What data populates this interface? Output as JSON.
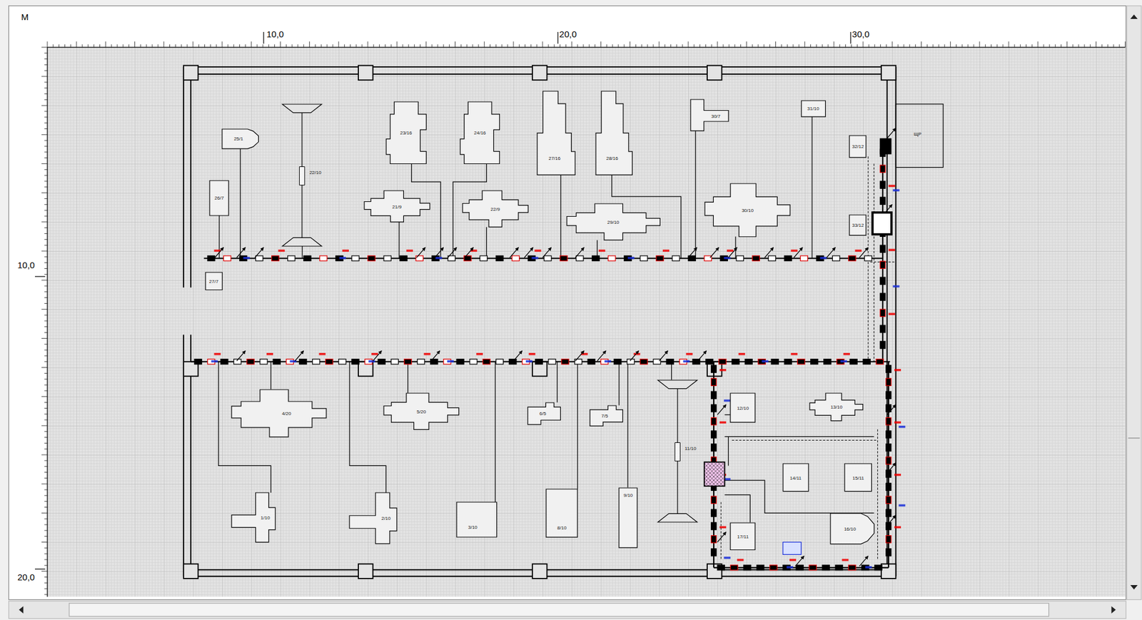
{
  "diagram": {
    "nodes": [
      {
        "text": [
          "25/1"
        ]
      },
      {
        "text": [
          "26/7"
        ]
      },
      {
        "text": [
          "22/10"
        ]
      },
      {
        "text": [
          "23/16"
        ]
      },
      {
        "text": [
          "24/16"
        ]
      },
      {
        "text": [
          "27/16"
        ]
      },
      {
        "text": [
          "28/16"
        ]
      },
      {
        "text": [
          "30/7"
        ]
      },
      {
        "text": [
          "31/10"
        ]
      },
      {
        "text": [
          "21/9"
        ]
      },
      {
        "text": [
          "22/9"
        ]
      },
      {
        "text": [
          "29/10"
        ]
      },
      {
        "text": [
          "30/10"
        ]
      },
      {
        "text": [
          "32/12"
        ]
      },
      {
        "text": [
          "33/12"
        ]
      },
      {
        "text": [
          "ЩР"
        ]
      },
      {
        "text": [
          "27/7"
        ]
      },
      {
        "text": [
          "4/20"
        ]
      },
      {
        "text": [
          "5/20"
        ]
      },
      {
        "text": [
          "6/5"
        ]
      },
      {
        "text": [
          "7/5"
        ]
      },
      {
        "text": [
          "11/10"
        ]
      },
      {
        "text": [
          "1/10"
        ]
      },
      {
        "text": [
          "2/10"
        ]
      },
      {
        "text": [
          "3/10"
        ]
      },
      {
        "text": [
          "8/10"
        ]
      },
      {
        "text": [
          "9/10"
        ]
      },
      {
        "text": [
          "12/10"
        ]
      },
      {
        "text": [
          "13/10"
        ]
      },
      {
        "text": [
          "14/11"
        ]
      },
      {
        "text": [
          "15/11"
        ]
      },
      {
        "text": [
          "16/10"
        ]
      },
      {
        "text": [
          "17/11"
        ]
      }
    ],
    "labels": [
      "M",
      "10,0",
      "20,0",
      "30,0",
      "10,0",
      "20,0"
    ]
  }
}
